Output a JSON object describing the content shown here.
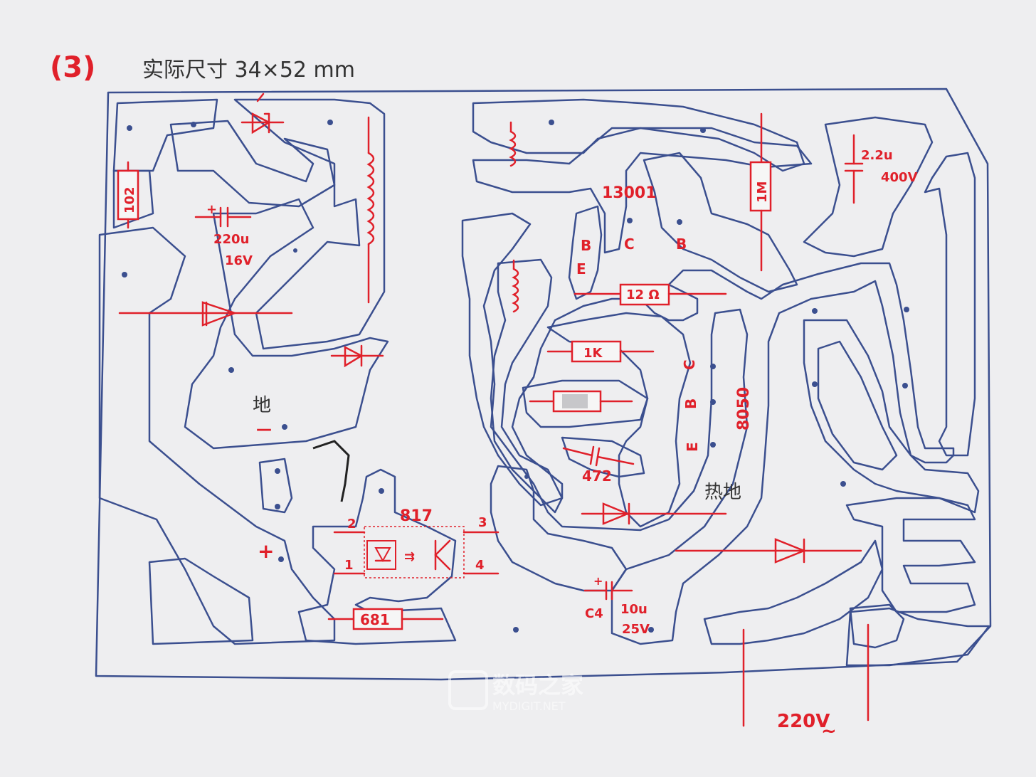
{
  "header": {
    "number": "(3)",
    "caption": "实际尺寸 34×52 mm"
  },
  "labels": {
    "r_102": "102",
    "cap_220_val": "220u",
    "cap_220_v": "16V",
    "ground": "地",
    "minus": "—",
    "plus": "+",
    "optocoupler": "817",
    "pin1": "1",
    "pin2": "2",
    "pin3": "3",
    "pin4": "4",
    "r_681": "681",
    "transistor1": "13001",
    "b1": "B",
    "c1": "C",
    "e1": "E",
    "b2": "B",
    "r_1m": "1M",
    "cap_2_2_val": "2.2u",
    "cap_2_2_v": "400V",
    "r_12": "12 Ω",
    "r_1k": "1K",
    "c2": "C",
    "b3": "B",
    "e2": "E",
    "transistor2": "8050",
    "cap_472": "472",
    "hot_ground": "热地",
    "c4": "C4",
    "cap_10_val": "10u",
    "cap_10_v": "25V",
    "mains": "220V",
    "mains_tilde": "~"
  },
  "watermark": {
    "cn": "数码之家",
    "en": "MYDIGIT.NET"
  },
  "colors": {
    "trace": "#3b4f8f",
    "component": "#e0202a"
  }
}
